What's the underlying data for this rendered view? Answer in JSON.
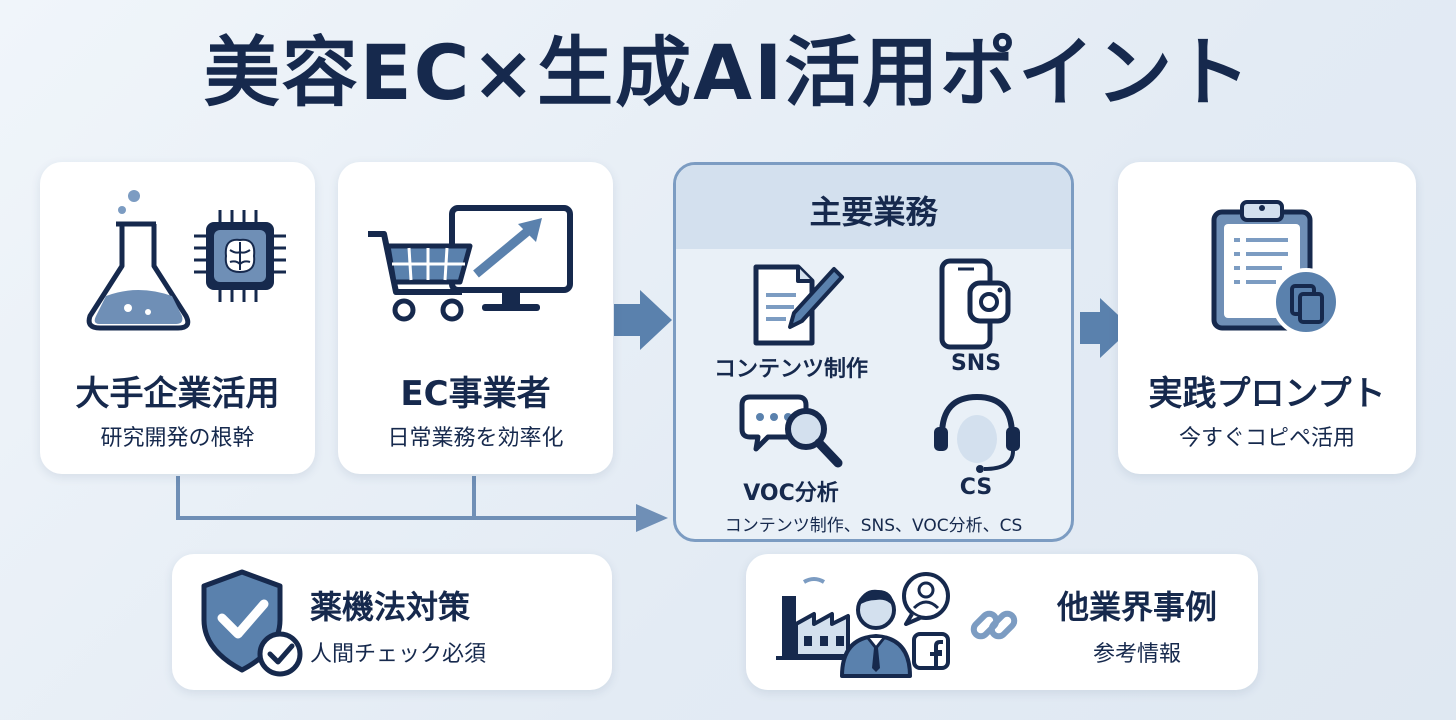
{
  "title": "美容EC×生成AI活用ポイント",
  "cards": {
    "enterprise": {
      "label": "大手企業活用",
      "sub": "研究開発の根幹"
    },
    "ec": {
      "label": "EC事業者",
      "sub": "日常業務を効率化"
    },
    "prompt": {
      "label": "実践プロンプト",
      "sub": "今すぐコピペ活用"
    },
    "yakki": {
      "label": "薬機法対策",
      "sub": "人間チェック必須"
    },
    "other": {
      "label": "他業界事例",
      "sub": "参考情報"
    }
  },
  "center": {
    "title": "主要業務",
    "tasks": [
      "コンテンツ制作",
      "SNS",
      "VOC分析",
      "CS"
    ],
    "summary": "コンテンツ制作、SNS、VOC分析、CS"
  },
  "colors": {
    "navy": "#16294d",
    "accent": "#5a81ad",
    "light_accent": "#7c9cc2",
    "fill_light": "#d3e0ee"
  }
}
